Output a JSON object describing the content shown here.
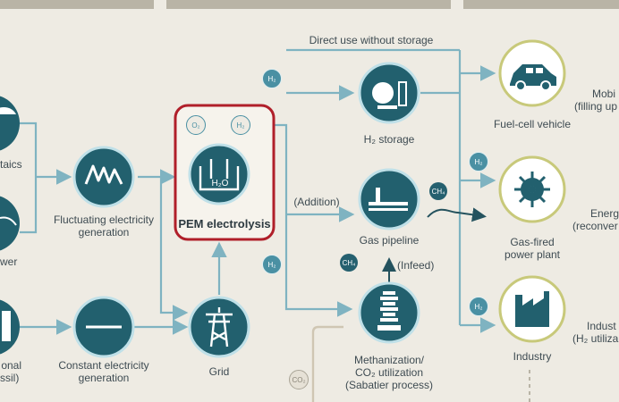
{
  "labels": {
    "direct_use": "Direct use without storage",
    "h2_storage": "H₂ storage",
    "addition": "(Addition)",
    "gas_pipeline": "Gas pipeline",
    "infeed": "(Infeed)",
    "methanization_1": "Methanization/",
    "methanization_2": "CO₂ utilization",
    "methanization_3": "(Sabatier process)",
    "pem": "PEM electrolysis",
    "h2o": "H₂O",
    "grid": "Grid",
    "fluct_1": "Fluctuating electricity",
    "fluct_2": "generation",
    "const_1": "Constant electricity",
    "const_2": "generation",
    "fuel_cell": "Fuel-cell vehicle",
    "gas_fired_1": "Gas-fired",
    "gas_fired_2": "power plant",
    "industry": "Industry",
    "left_taics": "taics",
    "left_wer": "wer",
    "left_onal": "onal",
    "left_ssil": "ssil)",
    "right_mobi": "Mobi",
    "right_filling": "(filling up",
    "right_energ": "Energ",
    "right_reconver": "(reconver",
    "right_indust": "Indust",
    "right_utiliz": "(H₂ utiliza"
  },
  "chips": {
    "h2": "H₂",
    "o2": "O₂",
    "ch4": "CH₄",
    "co2": "CO₂"
  },
  "colors": {
    "background": "#eeebe3",
    "teal": "#22606e",
    "arrow": "#7fb3c1",
    "highlight": "#b01f2a",
    "olive_ring": "#c8c97a"
  }
}
